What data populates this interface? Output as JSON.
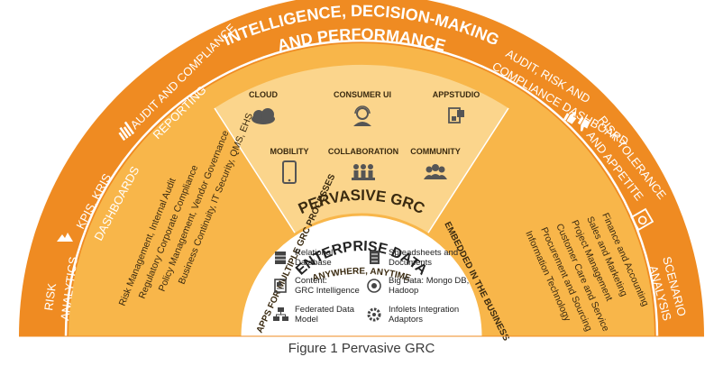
{
  "outer_ring": {
    "title_line1": "INTELLIGENCE, DECISION-MAKING",
    "title_line2": "AND PERFORMANCE",
    "left_items": [
      "RISK",
      "ANALYTICS",
      "KPIS, KRIS",
      "DASHBOARDS",
      "AUDIT AND COMPLIANCE",
      "REPORTING"
    ],
    "right_items": [
      "AUDIT, RISK AND",
      "COMPLIANCE DASHBOARD",
      "RISK TOLERANCE",
      "AND APPETITE",
      "SCENARIO",
      "ANALYSIS"
    ]
  },
  "pervasive": {
    "title": "PERVASIVE GRC",
    "tiles": [
      {
        "label": "CLOUD",
        "icon": "cloud-icon"
      },
      {
        "label": "CONSUMER UI",
        "icon": "user-headset-icon"
      },
      {
        "label": "APPSTUDIO",
        "icon": "app-builder-icon"
      },
      {
        "label": "MOBILITY",
        "icon": "smartphone-icon"
      },
      {
        "label": "COLLABORATION",
        "icon": "team-collaboration-icon"
      },
      {
        "label": "COMMUNITY",
        "icon": "community-icon"
      }
    ]
  },
  "left_band": {
    "heading": "APPS FOR MULTIPLE GRC PROCESSES",
    "items": [
      "Risk Management, Internal Audit",
      "Regulatory Corporate Compliance",
      "Policy Management, Vendor Governance",
      "Business Continuity, IT Security, QMS, EHS"
    ]
  },
  "right_band": {
    "heading": "EMBEDDED IN THE BUSINESS",
    "items": [
      "Finance and Accounting",
      "Sales and Marketing",
      "Project Management",
      "Customer Care and Service",
      "Procurement and Sourcing",
      "Information Technology"
    ]
  },
  "center": {
    "arc_text": "ANYWHERE, ANYTIME",
    "title": "ENTERPRISE DATA",
    "items": [
      {
        "line1": "Relational",
        "line2": "Database",
        "icon": "database-icon"
      },
      {
        "line1": "Spreadsheets and",
        "line2": "Documents",
        "icon": "document-icon"
      },
      {
        "line1": "Content:",
        "line2": "GRC Intelligence",
        "icon": "content-page-icon"
      },
      {
        "line1": "Big Data: Mongo DB,",
        "line2": "Hadoop",
        "icon": "big-data-icon"
      },
      {
        "line1": "Federated Data",
        "line2": "Model",
        "icon": "federated-model-icon"
      },
      {
        "line1": "Infolets Integration",
        "line2": "Adaptors",
        "icon": "integration-gear-icon"
      }
    ]
  },
  "caption": "Figure 1 Pervasive GRC",
  "colors": {
    "outer_ring": "#ef8b22",
    "mid_band": "#f8b64a",
    "inner_sector": "#fbd58c",
    "icon_dark": "#555555",
    "text_dark": "#3a2a10",
    "white": "#ffffff"
  }
}
